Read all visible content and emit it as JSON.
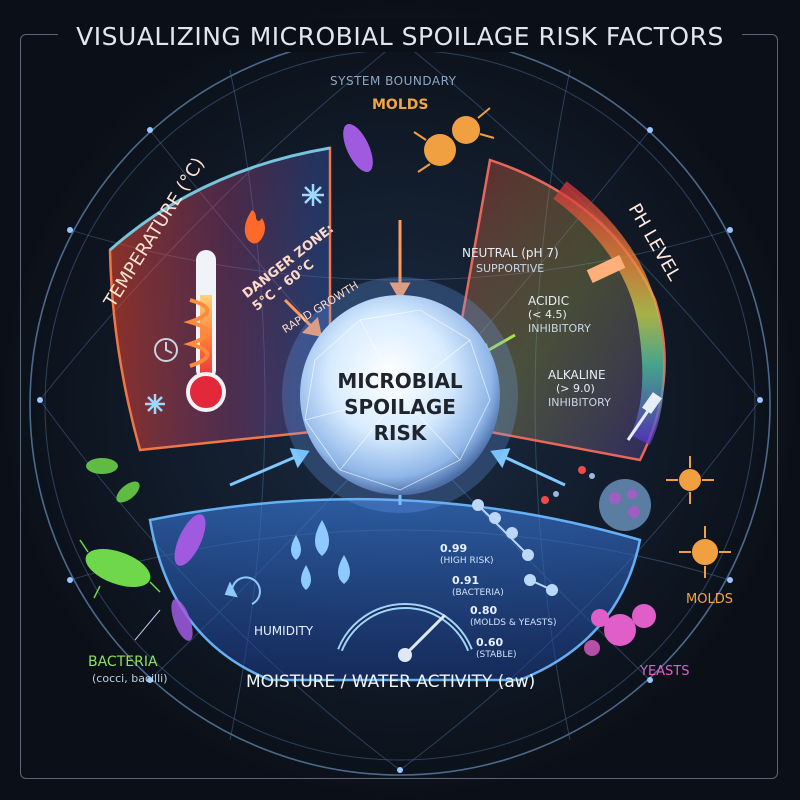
{
  "title": "VISUALIZING MICROBIAL SPOILAGE RISK FACTORS",
  "system_boundary": "SYSTEM BOUNDARY",
  "center": {
    "line1": "MICROBIAL",
    "line2": "SPOILAGE",
    "line3": "RISK"
  },
  "temperature": {
    "heading": "TEMPERATURE (°C)",
    "danger_line1": "DANGER ZONE:",
    "danger_line2": "5°C - 60°C",
    "rapid": "RAPID GROWTH"
  },
  "ph": {
    "heading": "PH LEVEL",
    "neutral": "NEUTRAL (pH 7)",
    "neutral_sub": "SUPPORTIVE",
    "acidic": "ACIDIC",
    "acidic_val": "(< 4.5)",
    "acidic_sub": "INHIBITORY",
    "alkaline": "ALKALINE",
    "alkaline_val": "(> 9.0)",
    "alkaline_sub": "INHIBITORY"
  },
  "moisture": {
    "heading": "MOISTURE / WATER ACTIVITY (aw)",
    "humidity": "HUMIDITY",
    "levels": [
      {
        "value": "0.99",
        "desc": "(HIGH RISK)"
      },
      {
        "value": "0.91",
        "desc": "(BACTERIA)"
      },
      {
        "value": "0.80",
        "desc": "(MOLDS & YEASTS)"
      },
      {
        "value": "0.60",
        "desc": "(STABLE)"
      }
    ]
  },
  "organisms": {
    "molds_top": "MOLDS",
    "molds_right": "MOLDS",
    "yeasts": "YEASTS",
    "bacteria": "BACTERIA",
    "bacteria_sub": "(cocci, bacilli)"
  },
  "colors": {
    "background": "#0b1018",
    "temperature_accent": "#ff5a3c",
    "moisture_accent": "#4aa8ff",
    "bacteria": "#8ee060",
    "molds": "#f2a640",
    "yeasts": "#e060c8",
    "center_glow": "#cfe6ff"
  },
  "icons": [
    "thermometer-icon",
    "flame-icon",
    "snowflake-icon",
    "clock-icon",
    "water-drop-icon",
    "gauge-icon",
    "pipette-icon",
    "mold-icon",
    "bacterium-icon",
    "yeast-icon",
    "molecule-icon"
  ]
}
